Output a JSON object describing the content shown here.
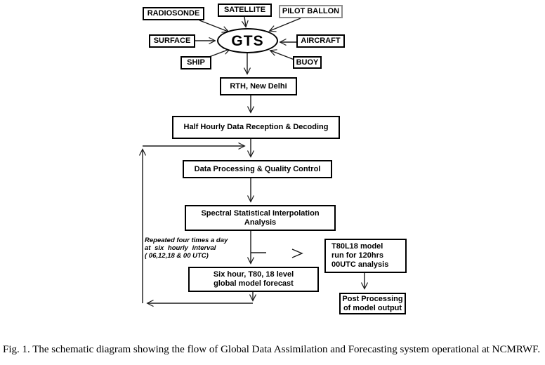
{
  "caption": "Fig. 1. The schematic diagram showing the flow of Global Data Assimilation and Forecasting system operational at NCMRWF.",
  "hub": {
    "gts": "GTS"
  },
  "sources": {
    "radiosonde": "RADIOSONDE",
    "satellite": "SATELLITE",
    "pilot_ballon": "PILOT BALLON",
    "surface": "SURFACE",
    "aircraft": "AIRCRAFT",
    "ship": "SHIP",
    "buoy": "BUOY"
  },
  "flow": {
    "rth": "RTH, New Delhi",
    "reception": "Half Hourly Data Reception & Decoding",
    "processing": "Data Processing & Quality Control",
    "analysis": {
      "line1": "Spectral Statistical Interpolation",
      "line2": "Analysis"
    },
    "forecast": {
      "line1": "Six hour, T80, 18 level",
      "line2": "global model forecast"
    },
    "model_run": {
      "line1": "T80L18 model",
      "line2": "run for 120hrs",
      "line3": "00UTC analysis"
    },
    "post_processing": {
      "line1": "Post Processing",
      "line2": "of model output"
    }
  },
  "note": {
    "line1": "Repeated four times a day",
    "line2": "at six hourly interval",
    "line3": "( 06,12,18 & 00 UTC)"
  },
  "colors": {
    "background": "#ffffff",
    "line": "#1a1a1a",
    "box_border": "#000000",
    "pilot_box_border": "#8c8c8c"
  }
}
